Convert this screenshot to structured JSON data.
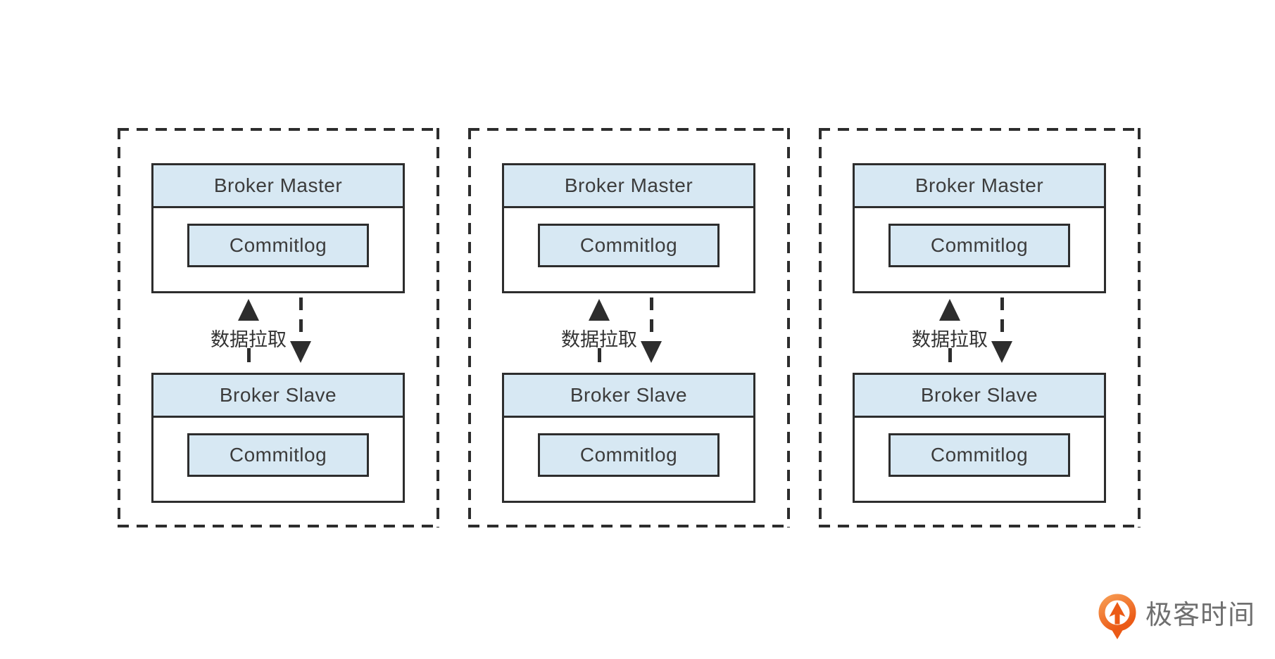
{
  "diagram": {
    "clusters": [
      {
        "master_label": "Broker Master",
        "master_commitlog_label": "Commitlog",
        "pull_label": "数据拉取",
        "slave_label": "Broker Slave",
        "slave_commitlog_label": "Commitlog"
      },
      {
        "master_label": "Broker Master",
        "master_commitlog_label": "Commitlog",
        "pull_label": "数据拉取",
        "slave_label": "Broker Slave",
        "slave_commitlog_label": "Commitlog"
      },
      {
        "master_label": "Broker Master",
        "master_commitlog_label": "Commitlog",
        "pull_label": "数据拉取",
        "slave_label": "Broker Slave",
        "slave_commitlog_label": "Commitlog"
      }
    ],
    "colors": {
      "box_fill": "#d7e8f3",
      "line": "#2d2d2d",
      "label_text": "#3c3c3c"
    }
  },
  "branding": {
    "logo_text": "极客时间",
    "logo_orange": "#eb5a16",
    "logo_text_color": "#6f6f6f"
  }
}
